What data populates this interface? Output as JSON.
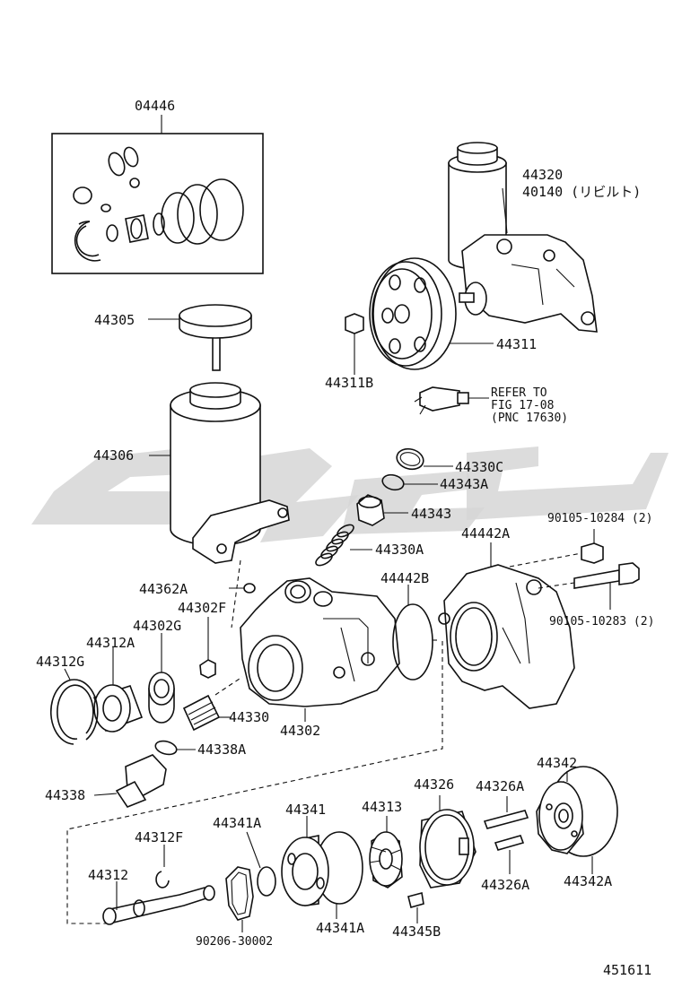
{
  "diagram_id": "451611",
  "kit": {
    "part_no": "04446"
  },
  "parts": {
    "cap": "44305",
    "reservoir": "44306",
    "pump_assy": "44320",
    "pump_rebuilt": "40140 (リビルト)",
    "pulley": "44311",
    "pulley_nut": "44311B",
    "refer_line1": "REFER TO",
    "refer_line2": "FIG 17-08",
    "refer_line3": "(PNC 17630)",
    "oring_c": "44330C",
    "oring_43a": "44343A",
    "valve_43": "44343",
    "spring": "44330A",
    "bracket": "44442A",
    "gasket": "44442B",
    "bolt1": "90105-10284 (2)",
    "bolt2": "90105-10283 (2)",
    "oring_62a": "44362A",
    "plug_02f": "44302F",
    "seal_02g": "44302G",
    "bearing": "44312A",
    "snap_ring": "44312G",
    "flow_valve": "44330",
    "housing": "44302",
    "oring_38a": "44338A",
    "union": "44338",
    "snap_12f": "44312F",
    "shaft": "44312",
    "oring_41a": "44341A",
    "gasket_41a": "44341A",
    "front_plate": "44341",
    "rotor": "44313",
    "vane": "44345B",
    "cam_ring": "44326",
    "pin_26a_top": "44326A",
    "pin_26a_bottom": "44326A",
    "rear_plate": "44342",
    "oring_42a": "44342A",
    "oring_seal": "90206-30002"
  }
}
